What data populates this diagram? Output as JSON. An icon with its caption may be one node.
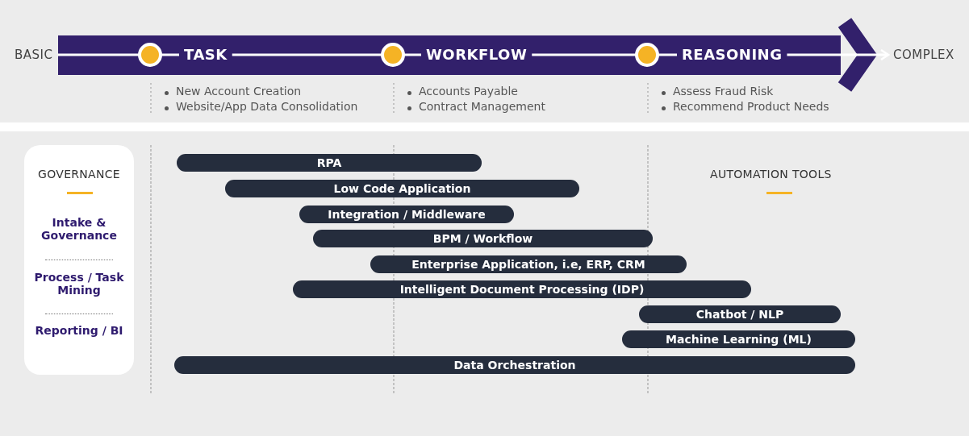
{
  "diagram": {
    "nodes": [
      {
        "text": [
          "BASIC"
        ]
      },
      {
        "text": [
          "TASK"
        ],
        "beside": [
          "New Account Creation",
          "Website/App Data Consolidation"
        ]
      },
      {
        "text": [
          "WORKFLOW"
        ],
        "beside": [
          "Accounts Payable",
          "Contract Management"
        ]
      },
      {
        "text": [
          "REASONING"
        ],
        "beside": [
          "Assess Fraud Risk",
          "Recommend Product Needs"
        ]
      },
      {
        "text": [
          "COMPLEX"
        ]
      },
      {
        "text": [
          "GOVERNANCE"
        ]
      },
      {
        "text": [
          "Intake & Governance"
        ],
        "in": 5
      },
      {
        "text": [
          "Process / Task Mining"
        ],
        "in": 5
      },
      {
        "text": [
          "Reporting / BI"
        ],
        "in": 5
      },
      {
        "text": [
          "RPA"
        ]
      },
      {
        "text": [
          "Low Code Application"
        ]
      },
      {
        "text": [
          "Integration / Middleware"
        ]
      },
      {
        "text": [
          "BPM / Workflow"
        ]
      },
      {
        "text": [
          "Enterprise Application, i.e, ERP, CRM"
        ]
      },
      {
        "text": [
          "Intelligent Document Processing (IDP)"
        ]
      },
      {
        "text": [
          "Chatbot / NLP"
        ]
      },
      {
        "text": [
          "Machine Learning (ML)"
        ]
      },
      {
        "text": [
          "Data Orchestration"
        ]
      }
    ],
    "edges": [
      {
        "from": 0,
        "to": 1,
        "arrow": "none"
      },
      {
        "from": 1,
        "to": 2,
        "arrow": "none"
      },
      {
        "from": 2,
        "to": 3,
        "arrow": "none"
      },
      {
        "from": 3,
        "to": 4,
        "arrow": "to"
      }
    ],
    "labels": [
      "AUTOMATION TOOLS"
    ]
  }
}
